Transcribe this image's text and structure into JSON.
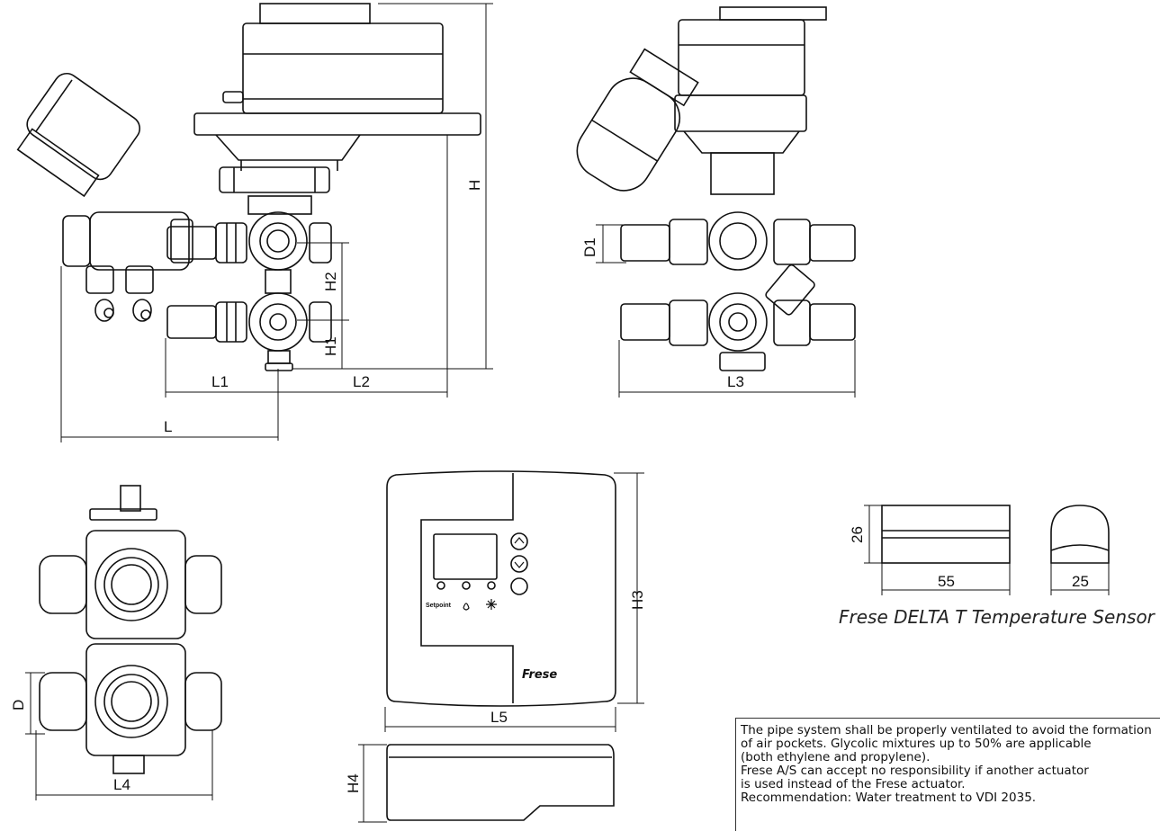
{
  "dimensions": {
    "H": "H",
    "H1": "H1",
    "H2": "H2",
    "D1": "D1",
    "L": "L",
    "L1": "L1",
    "L2": "L2",
    "L3": "L3",
    "D": "D",
    "L4": "L4",
    "L5": "L5",
    "H3": "H3",
    "H4": "H4"
  },
  "sensor": {
    "height": "26",
    "length": "55",
    "diameter": "25",
    "caption": "Frese DELTA T Temperature Sensor"
  },
  "controller": {
    "setpoint_label": "Setpoint",
    "brand": "Frese"
  },
  "note_lines": [
    "The pipe system shall be properly ventilated to avoid the formation",
    "of air pockets. Glycolic mixtures up to 50% are applicable",
    "(both ethylene and propylene).",
    "Frese A/S can accept no responsibility if another actuator",
    "is used instead of the Frese actuator.",
    "Recommendation: Water treatment to VDI 2035."
  ]
}
